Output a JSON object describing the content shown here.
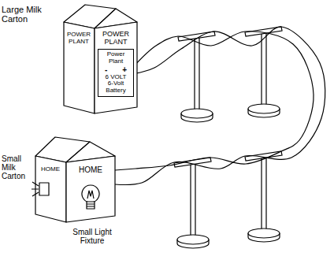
{
  "diagram": {
    "nodes": [
      {
        "text": [
          "POWER PLANT",
          "POWER PLANT"
        ]
      },
      {
        "text": [
          "Power Plant",
          "6 VOLT",
          "6-Volt Battery"
        ],
        "in": 0
      },
      {
        "text": [
          "HOME",
          "HOME"
        ]
      }
    ],
    "edges": [
      {
        "from": 1,
        "to": 2,
        "arrow": "none"
      },
      {
        "from": 1,
        "to": 2,
        "arrow": "none"
      }
    ],
    "labels": [
      "Large Milk Carton",
      "Small Milk Carton",
      "Small Light Fixture",
      "-",
      "+"
    ]
  }
}
